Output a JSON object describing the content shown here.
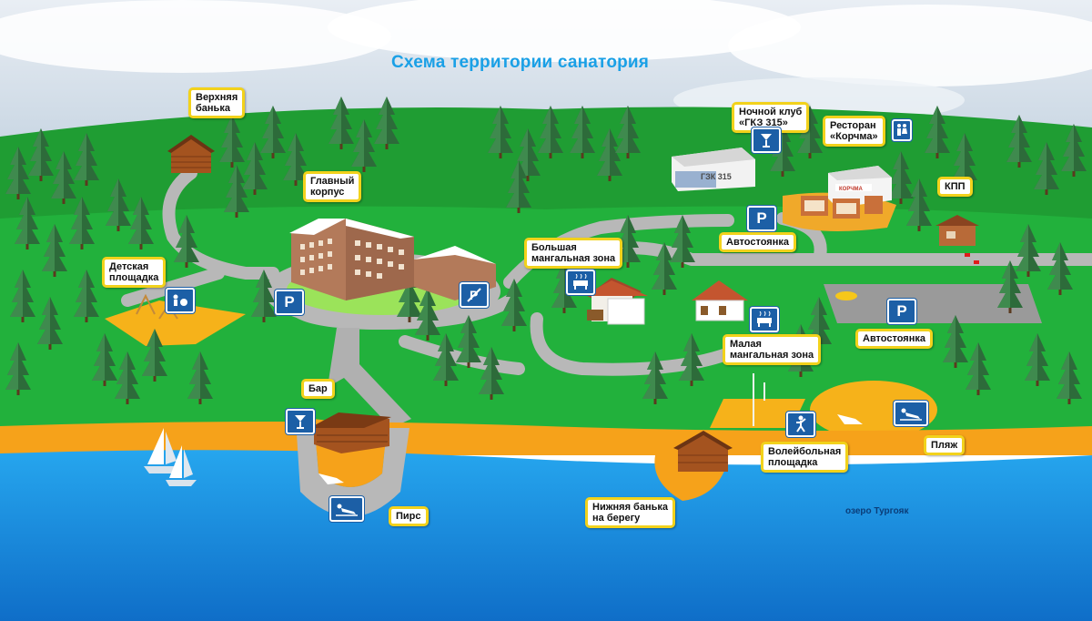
{
  "map": {
    "title": "Схема территории санатория",
    "lake_label": "озеро Тургояк",
    "colors": {
      "sky": "#dfe8f0",
      "forest": "#1e9c2e",
      "grass": "#1fb53a",
      "road": "#b9b9b9",
      "sand": "#f6a21a",
      "water": "#1a8fe0",
      "label_border": "#f2d21b",
      "sign": "#1c5fa6",
      "title": "#1aa0e6"
    },
    "labels": {
      "upper_bath": [
        "Верхняя",
        "банька"
      ],
      "main_building": [
        "Главный",
        "корпус"
      ],
      "playground": [
        "Детская",
        "площадка"
      ],
      "night_club": [
        "Ночной клуб",
        "«ГКЗ 315»"
      ],
      "restaurant": [
        "Ресторан",
        "«Корчма»"
      ],
      "kpp": [
        "КПП"
      ],
      "parking_top": [
        "Автостоянка"
      ],
      "big_bbq": [
        "Большая",
        "мангальная зона"
      ],
      "small_bbq": [
        "Малая",
        "мангальная зона"
      ],
      "parking_right": [
        "Автостоянка"
      ],
      "bar": [
        "Бар"
      ],
      "pier": [
        "Пирс"
      ],
      "lower_bath": [
        "Нижняя банька",
        "на берегу"
      ],
      "volleyball": [
        "Волейбольная",
        "площадка"
      ],
      "beach": [
        "Пляж"
      ]
    },
    "building_signs": {
      "club": "ГЗК 315",
      "restaurant": "КОРЧМА"
    },
    "icons": [
      "parking-icon",
      "no-parking-icon",
      "cocktail-icon",
      "bbq-grill-icon",
      "playground-icon",
      "volleyball-icon",
      "sunbather-icon",
      "lounger-icon",
      "toilet-icon"
    ]
  }
}
